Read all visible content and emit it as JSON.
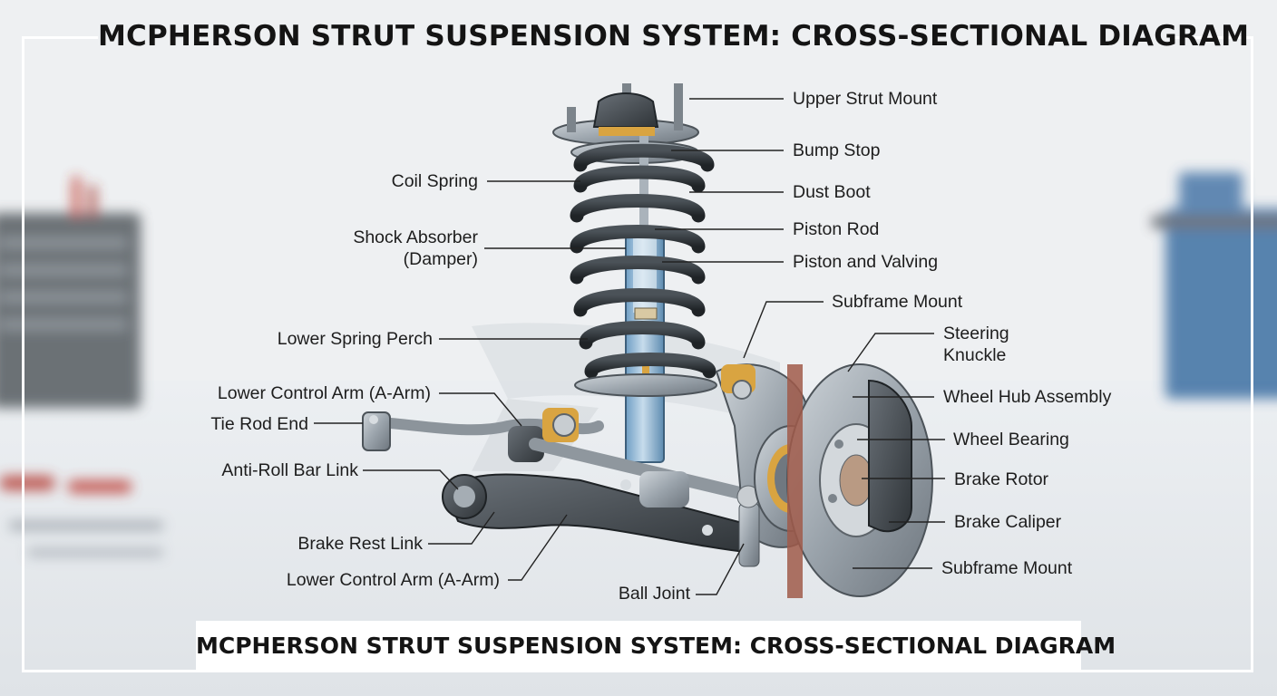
{
  "diagram": {
    "title_top": "MCPHERSON STRUT SUSPENSION SYSTEM: CROSS-SECTIONAL DIAGRAM",
    "title_bottom": "MCPHERSON STRUT SUSPENSION SYSTEM: CROSS-SECTIONAL DIAGRAM",
    "labels": {
      "upper_strut_mount": "Upper Strut Mount",
      "bump_stop": "Bump Stop",
      "coil_spring": "Coil Spring",
      "dust_boot": "Dust Boot",
      "piston_rod": "Piston Rod",
      "shock_absorber": "Shock Absorber\n(Damper)",
      "piston_and_valving": "Piston and Valving",
      "subframe_mount_upper": "Subframe Mount",
      "lower_spring_perch": "Lower Spring Perch",
      "steering_knuckle": "Steering\nKnuckle",
      "lower_control_arm_upper": "Lower Control Arm (A-Arm)",
      "wheel_hub_assembly": "Wheel Hub Assembly",
      "tie_rod_end": "Tie Rod End",
      "wheel_bearing": "Wheel Bearing",
      "anti_roll_bar_link": "Anti-Roll Bar Link",
      "brake_rotor": "Brake Rotor",
      "brake_caliper": "Brake Caliper",
      "brake_rest_link": "Brake Rest Link",
      "subframe_mount_lower": "Subframe Mount",
      "lower_control_arm_lower": "Lower Control Arm (A-Arm)",
      "ball_joint": "Ball Joint"
    }
  },
  "colors": {
    "background": "#e9ecef",
    "metal": "#9aa3ab",
    "spring": "#2b2f33",
    "damper": "#8fb3cf",
    "bushing": "#d9a441",
    "rotor_band": "#a05a4a",
    "leader": "#222222"
  }
}
